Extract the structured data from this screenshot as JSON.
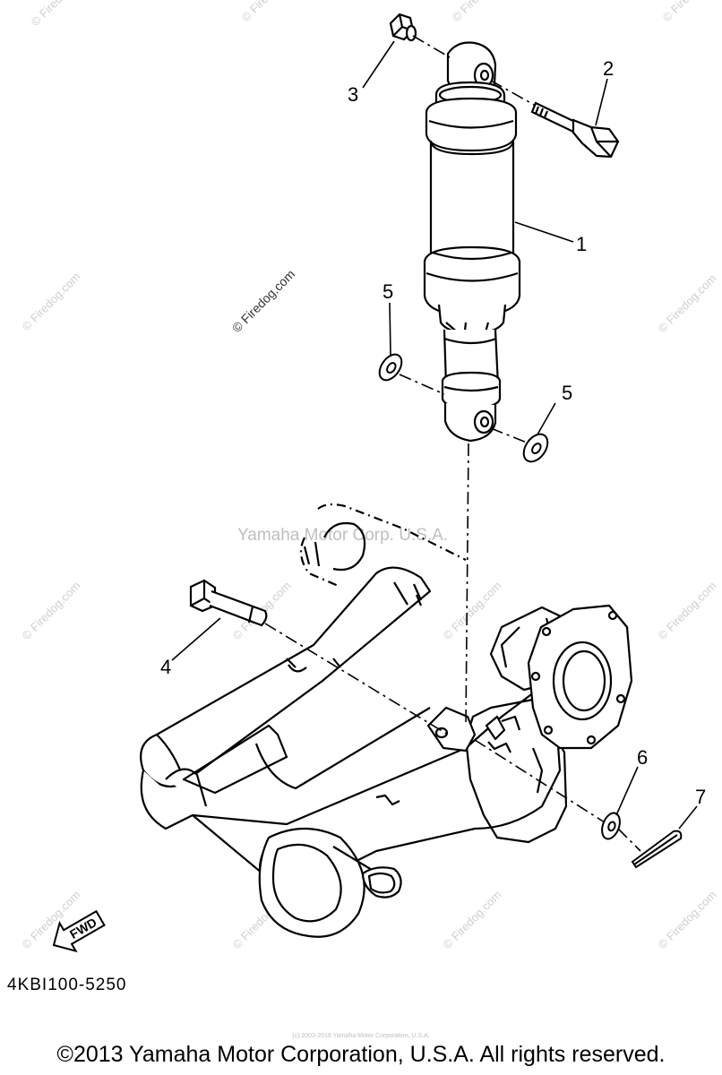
{
  "watermark": {
    "site": "© Firedog.com",
    "center_text": "Yamaha Motor Corp. U.S.A.",
    "fine_print": "(c) 2003-2016 Yamaha Motor Corporation, U.S.A."
  },
  "callouts": {
    "c1": "1",
    "c2": "2",
    "c3": "3",
    "c4": "4",
    "c5a": "5",
    "c5b": "5",
    "c6": "6",
    "c7": "7"
  },
  "fwd_label": "FWD",
  "diagram_code": "4KBI100-5250",
  "copyright": "©2013 Yamaha Motor Corporation, U.S.A. All rights reserved."
}
